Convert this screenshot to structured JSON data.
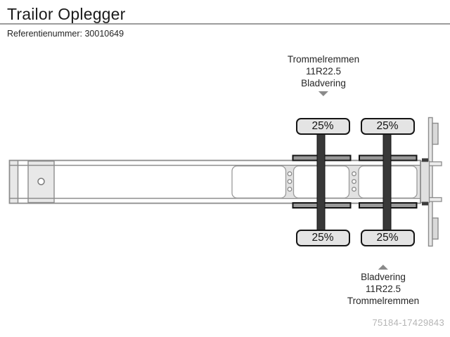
{
  "header": {
    "title": "Trailor Oplegger",
    "reference": "Referentienummer: 30010649"
  },
  "diagram": {
    "front_annotation": {
      "line1": "Trommelremmen",
      "line2": "11R22.5",
      "line3": "Bladvering"
    },
    "rear_annotation": {
      "line1": "Bladvering",
      "line2": "11R22.5",
      "line3": "Trommelremmen"
    },
    "axle_loads": {
      "axle1_top": "25%",
      "axle2_top": "25%",
      "axle1_bottom": "25%",
      "axle2_bottom": "25%"
    },
    "colors": {
      "outline_gray": "#8c8c8c",
      "panel_light": "#e2e2e2",
      "dark_parts": "#383838",
      "tire_fill": "#e4e4e4"
    }
  },
  "footer": {
    "watermark": "75184-17429843"
  }
}
